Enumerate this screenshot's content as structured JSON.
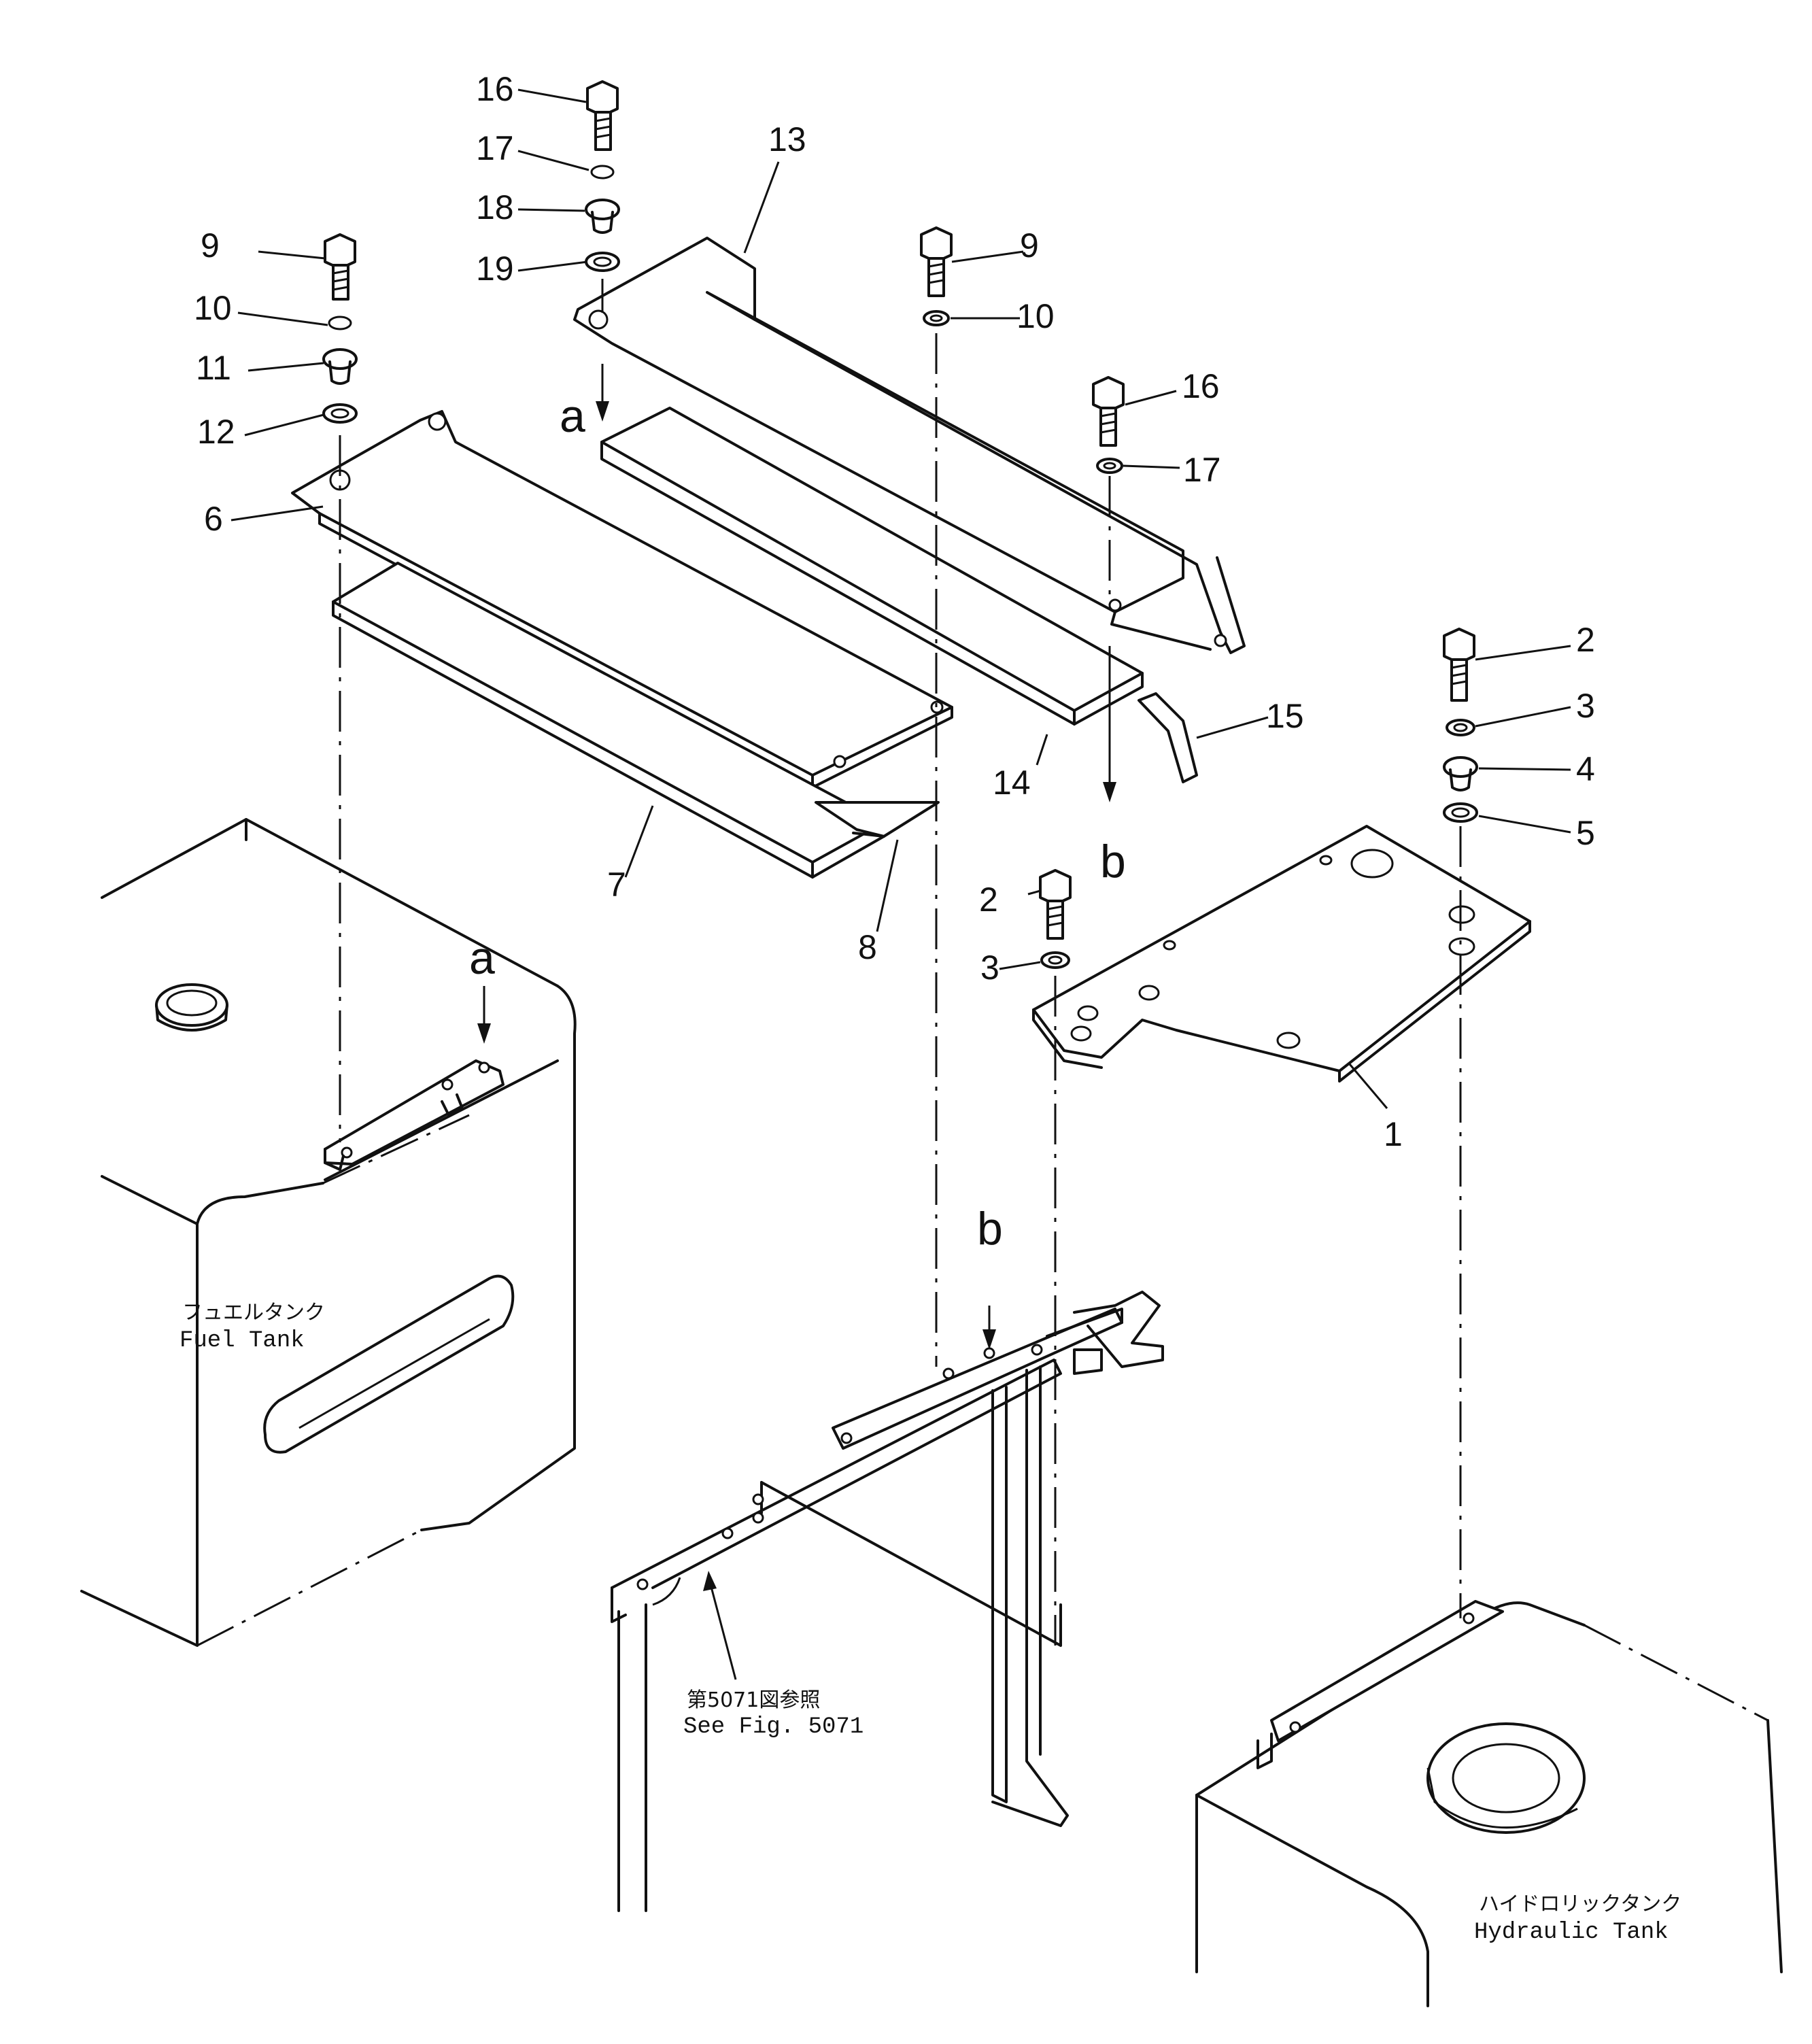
{
  "callouts": {
    "c1": "1",
    "c2a": "2",
    "c2b": "2",
    "c3a": "3",
    "c3b": "3",
    "c4": "4",
    "c5": "5",
    "c6": "6",
    "c7": "7",
    "c8": "8",
    "c9a": "9",
    "c9b": "9",
    "c10a": "10",
    "c10b": "10",
    "c11": "11",
    "c12": "12",
    "c13": "13",
    "c14": "14",
    "c15": "15",
    "c16a": "16",
    "c16b": "16",
    "c17a": "17",
    "c17b": "17",
    "c18": "18",
    "c19": "19"
  },
  "markers": {
    "a_top": "a",
    "a_tank": "a",
    "b_mid": "b",
    "b_frame": "b"
  },
  "labels": {
    "fuel_tank_jp": "フュエルタンク",
    "fuel_tank_en": "Fuel  Tank",
    "hydraulic_tank_jp": "ハイドロリックタンク",
    "hydraulic_tank_en": "Hydraulic  Tank",
    "ref_jp": "第5071図参照",
    "ref_en": "See  Fig.  5071"
  }
}
